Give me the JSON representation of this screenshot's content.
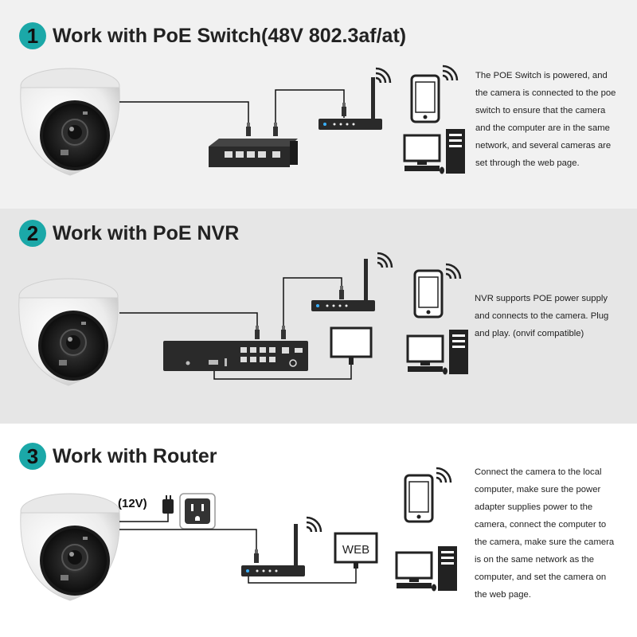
{
  "sections": [
    {
      "number": "1",
      "title": "Work with PoE Switch(48V 802.3af/at)",
      "description": "The POE Switch is powered, and\nthe camera is connected to the poe\nswitch to ensure that the camera\nand the computer are in the same\n network, and several cameras are\n set through the web page."
    },
    {
      "number": "2",
      "title": "Work with PoE NVR",
      "description": "NVR supports POE power supply\nand connects to the camera. Plug\nand play. (onvif compatible)"
    },
    {
      "number": "3",
      "title": "Work with Router",
      "description": "Connect the camera to the local\ncomputer, make sure the power\nadapter supplies power to the\ncamera, connect the computer to\nthe camera, make sure the camera\nis on the same network as the\ncomputer, and set the camera on\nthe web page.",
      "power_label": "(12V)",
      "monitor_text": "WEB"
    }
  ],
  "colors": {
    "accent": "#1ba8a8",
    "device": "#222222",
    "cable": "#111111"
  },
  "icons": [
    "dome-camera-icon",
    "poe-switch-icon",
    "router-icon",
    "smartphone-icon",
    "wifi-icon",
    "desktop-computer-icon",
    "nvr-icon",
    "monitor-icon",
    "power-adapter-icon",
    "wall-outlet-icon"
  ]
}
